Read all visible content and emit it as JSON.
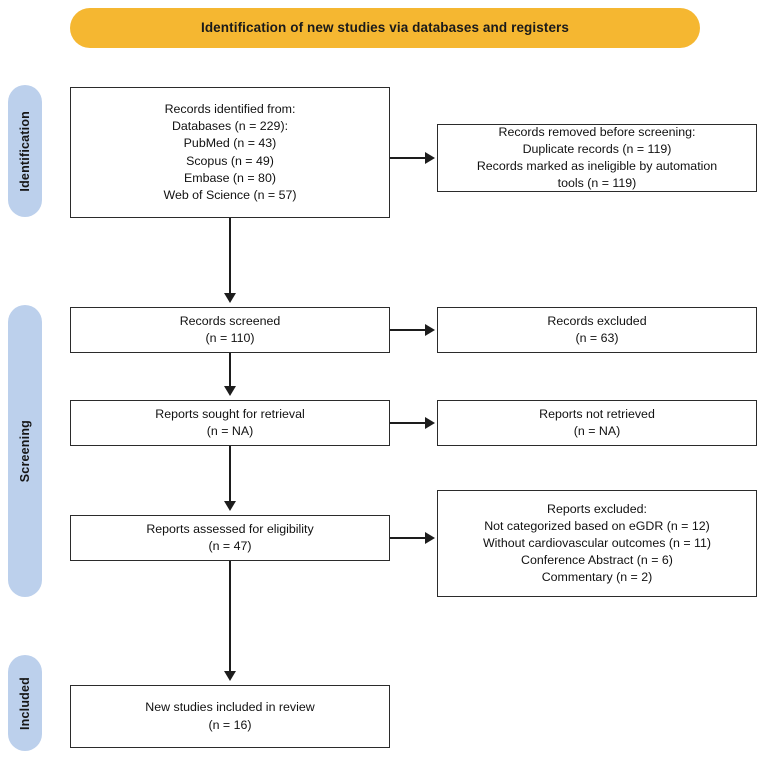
{
  "banner": {
    "title": "Identification of new studies via databases and registers",
    "color": "#f5b731"
  },
  "stages": {
    "color": "#bcd0ec",
    "identification": "Identification",
    "screening": "Screening",
    "included": "Included"
  },
  "boxes": {
    "identified": "Records identified from:\nDatabases (n = 229):\nPubMed (n = 43)\nScopus (n = 49)\nEmbase (n = 80)\nWeb of Science (n = 57)",
    "removed": "Records removed before screening:\nDuplicate records (n = 119)\nRecords marked as ineligible by automation\ntools (n = 119)",
    "screened": "Records screened\n(n = 110)",
    "records_excluded": "Records excluded\n(n = 63)",
    "sought": "Reports sought for retrieval\n(n = NA)",
    "not_retrieved": "Reports not retrieved\n(n = NA)",
    "assessed": "Reports assessed for eligibility\n(n = 47)",
    "reports_excluded": "Reports excluded:\nNot categorized based on eGDR (n = 12)\nWithout cardiovascular outcomes (n = 11)\nConference Abstract (n = 6)\nCommentary (n = 2)",
    "included": "New studies included in review\n(n = 16)"
  },
  "counts": {
    "databases_total": 229,
    "pubmed": 43,
    "scopus": 49,
    "embase": 80,
    "web_of_science": 57,
    "duplicates_removed": 119,
    "ineligible_automation": 119,
    "records_screened": 110,
    "records_excluded": 63,
    "reports_sought": "NA",
    "reports_not_retrieved": "NA",
    "reports_assessed": 47,
    "excluded_not_categorized_egdr": 12,
    "excluded_without_cv_outcomes": 11,
    "excluded_conference_abstract": 6,
    "excluded_commentary": 2,
    "studies_included": 16
  }
}
